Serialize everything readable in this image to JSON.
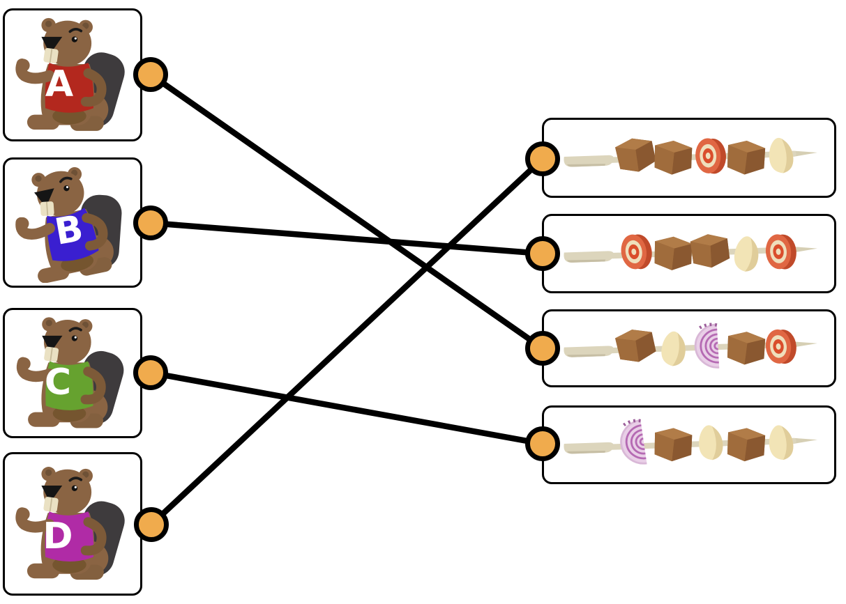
{
  "left_items": [
    {
      "id": "A",
      "label": "A",
      "shirt_color": "#b3281e",
      "character": "beaver-mascot"
    },
    {
      "id": "B",
      "label": "B",
      "shirt_color": "#3a1fd0",
      "character": "beaver-mascot"
    },
    {
      "id": "C",
      "label": "C",
      "shirt_color": "#66a22f",
      "character": "beaver-mascot"
    },
    {
      "id": "D",
      "label": "D",
      "shirt_color": "#b02ba6",
      "character": "beaver-mascot"
    }
  ],
  "right_items": [
    {
      "id": "skewer-1",
      "ingredients": [
        "meat",
        "meat",
        "tomato",
        "meat",
        "garlic"
      ]
    },
    {
      "id": "skewer-2",
      "ingredients": [
        "tomato",
        "meat",
        "meat",
        "garlic",
        "tomato"
      ]
    },
    {
      "id": "skewer-3",
      "ingredients": [
        "meat",
        "garlic",
        "onion",
        "meat",
        "tomato"
      ]
    },
    {
      "id": "skewer-4",
      "ingredients": [
        "onion",
        "meat",
        "garlic",
        "meat",
        "garlic"
      ]
    }
  ],
  "connections": [
    {
      "from": "A",
      "to": "skewer-3"
    },
    {
      "from": "B",
      "to": "skewer-2"
    },
    {
      "from": "C",
      "to": "skewer-4"
    },
    {
      "from": "D",
      "to": "skewer-1"
    }
  ],
  "colors": {
    "node_fill": "#f0ab4d",
    "node_border": "#000000",
    "connection_line": "#000000",
    "card_border": "#000000",
    "background": "#ffffff"
  }
}
